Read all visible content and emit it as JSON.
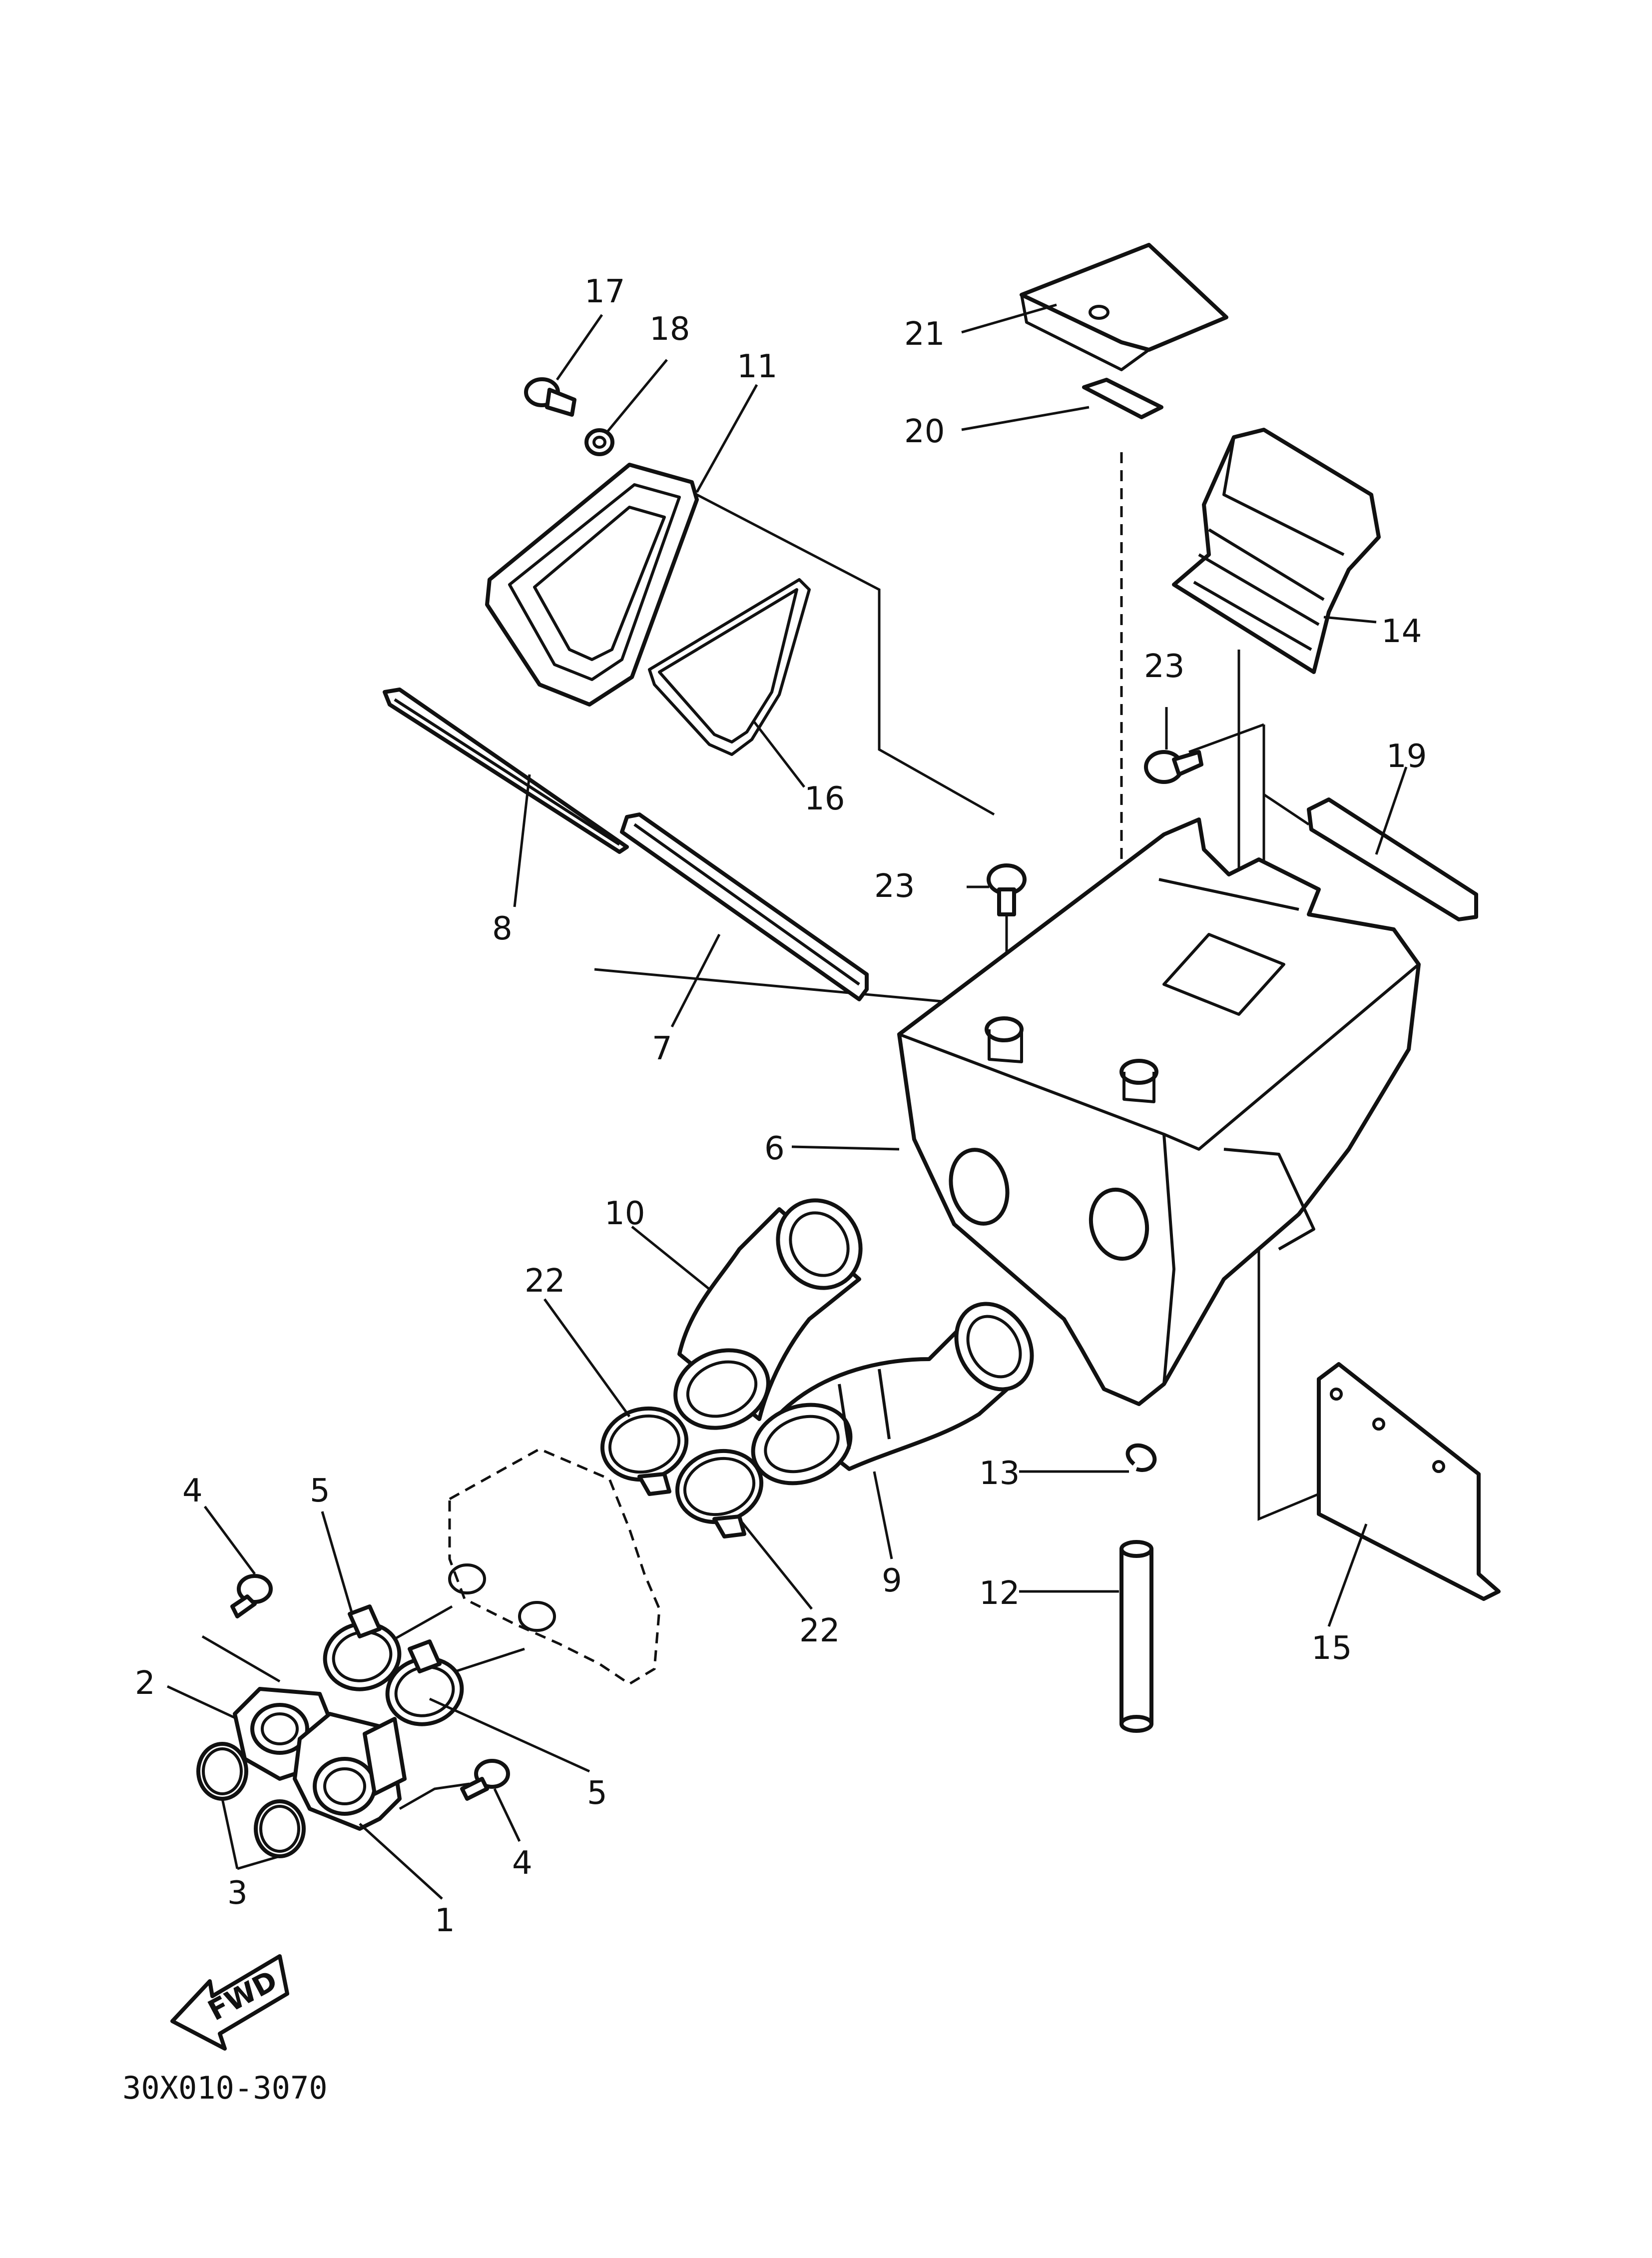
{
  "diagram": {
    "drawing_code": "30X010-3070",
    "fwd_label": "FWD",
    "callouts": {
      "p1": "1",
      "p2": "2",
      "p3": "3",
      "p4a": "4",
      "p4b": "4",
      "p5a": "5",
      "p5b": "5",
      "p6": "6",
      "p7": "7",
      "p8": "8",
      "p9": "9",
      "p10": "10",
      "p11": "11",
      "p12": "12",
      "p13": "13",
      "p14": "14",
      "p15": "15",
      "p16": "16",
      "p17": "17",
      "p18": "18",
      "p19": "19",
      "p20": "20",
      "p21": "21",
      "p22a": "22",
      "p22b": "22",
      "p23a": "23",
      "p23b": "23"
    },
    "parts": [
      {
        "id": "1",
        "icon": "joint-manifold-icon"
      },
      {
        "id": "2",
        "icon": "joint-manifold-icon"
      },
      {
        "id": "3",
        "icon": "o-ring-icon"
      },
      {
        "id": "4",
        "icon": "bolt-icon"
      },
      {
        "id": "5",
        "icon": "hose-clamp-icon"
      },
      {
        "id": "6",
        "icon": "air-filter-case-icon"
      },
      {
        "id": "7",
        "icon": "air-filter-element-icon"
      },
      {
        "id": "8",
        "icon": "filter-guide-icon"
      },
      {
        "id": "9",
        "icon": "joint-hose-icon"
      },
      {
        "id": "10",
        "icon": "joint-hose-icon"
      },
      {
        "id": "11",
        "icon": "case-cap-icon"
      },
      {
        "id": "12",
        "icon": "drain-pipe-icon"
      },
      {
        "id": "13",
        "icon": "clip-icon"
      },
      {
        "id": "14",
        "icon": "intake-duct-icon"
      },
      {
        "id": "15",
        "icon": "cover-plate-icon"
      },
      {
        "id": "16",
        "icon": "seal-icon"
      },
      {
        "id": "17",
        "icon": "screw-icon"
      },
      {
        "id": "18",
        "icon": "washer-icon"
      },
      {
        "id": "19",
        "icon": "damper-icon"
      },
      {
        "id": "20",
        "icon": "damper-pad-icon"
      },
      {
        "id": "21",
        "icon": "band-icon"
      },
      {
        "id": "22",
        "icon": "hose-clamp-icon"
      },
      {
        "id": "23",
        "icon": "bolt-icon"
      }
    ]
  }
}
